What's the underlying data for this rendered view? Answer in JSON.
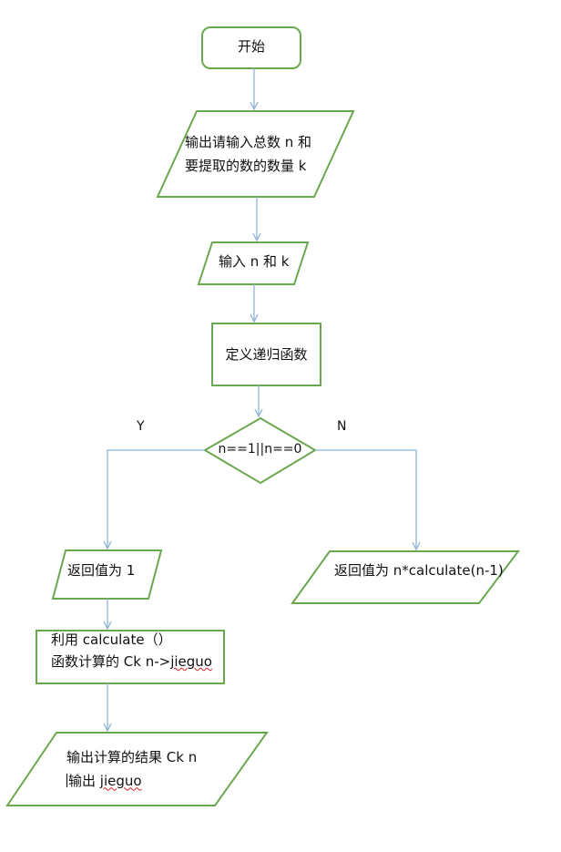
{
  "diagram": {
    "start": "开始",
    "prompt_output": {
      "line1": "输出请输入总数 n 和",
      "line2": "要提取的数的数量 k"
    },
    "input": "输入 n 和 k",
    "define_recursion": "定义递归函数",
    "condition": "n==1||n==0",
    "branch_yes": "Y",
    "branch_no": "N",
    "return_one": "返回值为 1",
    "return_recursive": "返回值为 n*calculate(n-1)",
    "compute": {
      "line1": "利用 calculate（）",
      "line2_prefix": "函数计算的 Ck n->",
      "line2_word": "jieguo"
    },
    "final_output": {
      "line1": "输出计算的结果 Ck n",
      "line2_prefix": "输出 ",
      "line2_word": "jieguo"
    },
    "colors": {
      "shape_stroke": "#6aa84f",
      "arrow": "#8fb3d9",
      "text": "#111111",
      "spellcheck": "#d02020"
    }
  }
}
